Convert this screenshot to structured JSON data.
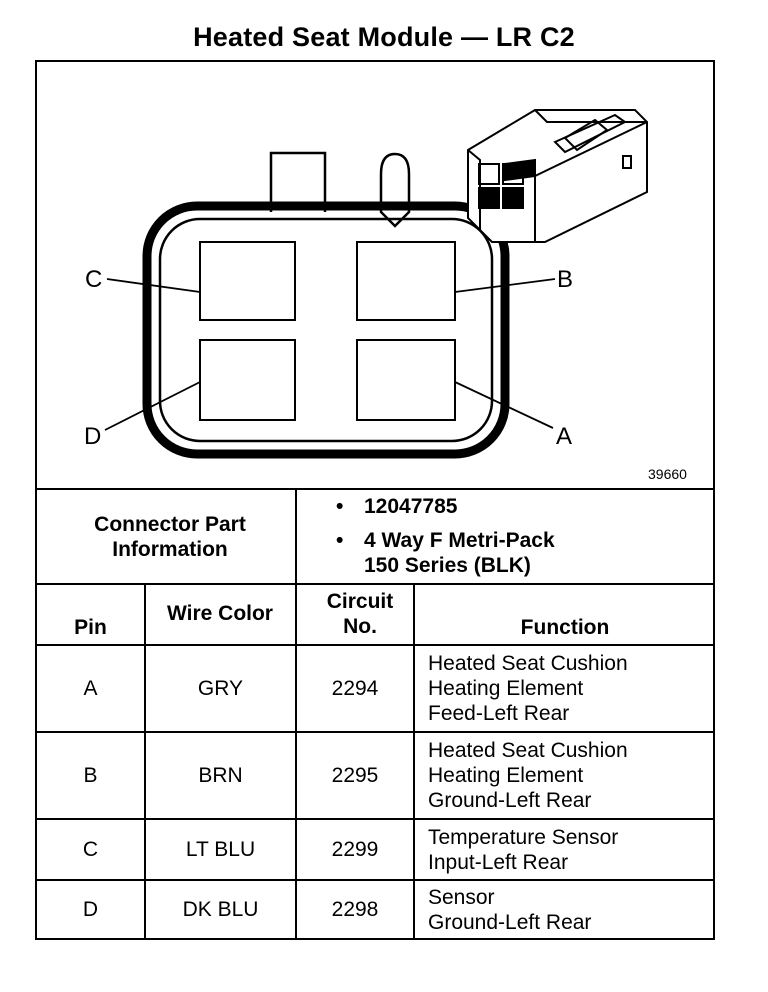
{
  "title": "Heated Seat Module — LR C2",
  "figure_id": "39660",
  "pin_labels": {
    "a": "A",
    "b": "B",
    "c": "C",
    "d": "D"
  },
  "connector_info": {
    "label": "Connector Part Information",
    "items": [
      "12047785",
      "4 Way F Metri-Pack\n150 Series (BLK)"
    ]
  },
  "table": {
    "headers": {
      "pin": "Pin",
      "wire_color": "Wire Color",
      "circuit": "Circuit No.",
      "function": "Function"
    },
    "rows": [
      {
        "pin": "A",
        "wire_color": "GRY",
        "circuit": "2294",
        "function": [
          "Heated Seat Cushion",
          "Heating Element",
          "Feed-Left Rear"
        ]
      },
      {
        "pin": "B",
        "wire_color": "BRN",
        "circuit": "2295",
        "function": [
          "Heated Seat Cushion",
          "Heating Element",
          "Ground-Left Rear"
        ]
      },
      {
        "pin": "C",
        "wire_color": "LT BLU",
        "circuit": "2299",
        "function": [
          "Temperature Sensor",
          "Input-Left Rear"
        ]
      },
      {
        "pin": "D",
        "wire_color": "DK BLU",
        "circuit": "2298",
        "function": [
          "Sensor",
          "Ground-Left Rear"
        ]
      }
    ]
  }
}
